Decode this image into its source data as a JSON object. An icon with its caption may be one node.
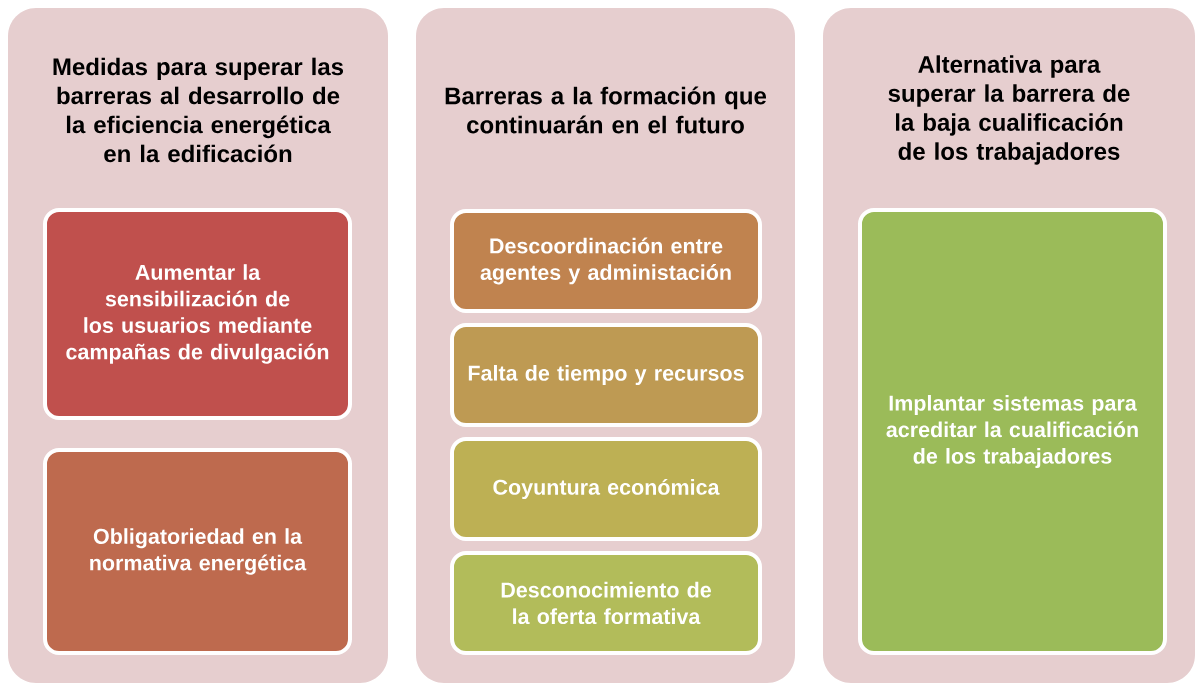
{
  "diagram": {
    "nodes": [
      {
        "text": [
          "Medidas para superar las barreras al desarrollo de la eficiencia energética en la edificación"
        ]
      },
      {
        "text": [
          "Aumentar la sensibilización de los usuarios mediante campañas de divulgación"
        ],
        "in": 0
      },
      {
        "text": [
          "Obligatoriedad en la normativa energética"
        ],
        "in": 0
      },
      {
        "text": [
          "Barreras a la formación que continuarán en el futuro"
        ]
      },
      {
        "text": [
          "Descoordinación entre agentes y administación"
        ],
        "in": 3
      },
      {
        "text": [
          "Falta de tiempo y recursos"
        ],
        "in": 3
      },
      {
        "text": [
          "Coyuntura económica"
        ],
        "in": 3
      },
      {
        "text": [
          "Desconocimiento de la oferta formativa"
        ],
        "in": 3
      },
      {
        "text": [
          "Alternativa para superar la barrera de la baja cualificación de los trabajadores"
        ]
      },
      {
        "text": [
          "Implantar sistemas para acreditar la cualificación de los trabajadores"
        ],
        "in": 8
      }
    ]
  }
}
